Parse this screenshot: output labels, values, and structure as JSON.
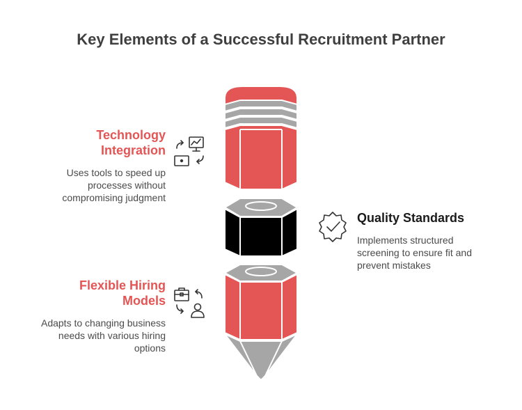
{
  "title": "Key Elements of a Successful Recruitment Partner",
  "colors": {
    "accent_red": "#e45555",
    "segment_black": "#000000",
    "ring_gray": "#a6a6a6",
    "text_dark": "#3f3f3f"
  },
  "elements": [
    {
      "heading_line1": "Technology",
      "heading_line2": "Integration",
      "desc_line1": "Uses tools to speed up",
      "desc_line2": "processes without",
      "desc_line3": "compromising judgment",
      "icon": "monitor-with-arrows-icon"
    },
    {
      "heading_line1": "Quality Standards",
      "desc_line1": "Implements structured",
      "desc_line2": "screening to ensure fit and",
      "desc_line3": "prevent mistakes",
      "icon": "badge-check-icon"
    },
    {
      "heading_line1": "Flexible Hiring",
      "heading_line2": "Models",
      "desc_line1": "Adapts to changing business",
      "desc_line2": "needs with various hiring",
      "desc_line3": "options",
      "icon": "briefcase-person-arrows-icon"
    }
  ]
}
